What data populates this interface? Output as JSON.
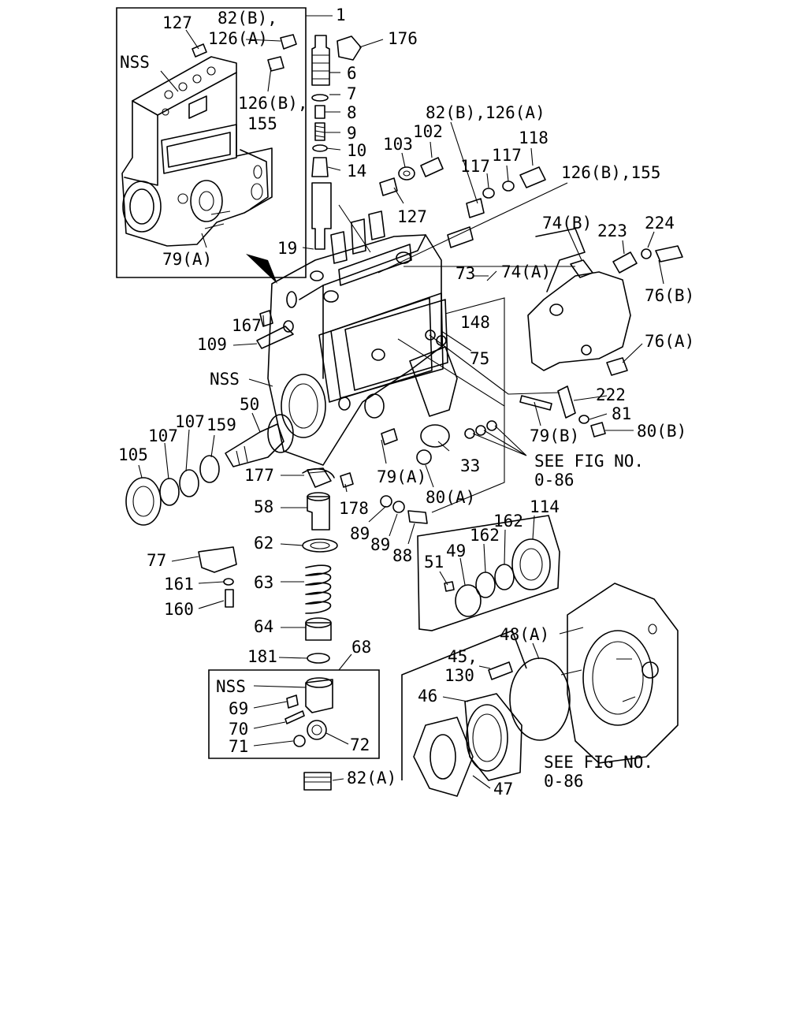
{
  "labels": {
    "l1": "1",
    "l127a": "127",
    "l82b_126a_line1": "82(B),",
    "l82b_126a_line2": "126(A)",
    "nss_top": "NSS",
    "l126b_155_line1": "126(B),",
    "l126b_155_line2": "155",
    "l79a_top": "79(A)",
    "l176": "176",
    "l6": "6",
    "l7": "7",
    "l8": "8",
    "l9": "9",
    "l10": "10",
    "l14": "14",
    "l19": "19",
    "l127b": "127",
    "l103": "103",
    "l102": "102",
    "l82b_126a_right": "82(B),126(A)",
    "l117a": "117",
    "l117b": "117",
    "l118": "118",
    "l126b_155_right": "126(B),155",
    "l74b": "74(B)",
    "l223": "223",
    "l224": "224",
    "l73": "73",
    "l74a": "74(A)",
    "l76b": "76(B)",
    "l148": "148",
    "l76a": "76(A)",
    "l75": "75",
    "l167": "167",
    "l109": "109",
    "nss_mid": "NSS",
    "l222": "222",
    "l81": "81",
    "l80b": "80(B)",
    "l79b": "79(B)",
    "l50": "50",
    "l107a": "107",
    "l107b": "107",
    "l159": "159",
    "l105": "105",
    "see_fig_1_line1": "SEE FIG NO.",
    "see_fig_1_line2": "0-86",
    "l33": "33",
    "l79a_mid": "79(A)",
    "l80a": "80(A)",
    "l177": "177",
    "l178": "178",
    "l58": "58",
    "l89a": "89",
    "l89b": "89",
    "l88": "88",
    "l114": "114",
    "l162a": "162",
    "l162b": "162",
    "l49": "49",
    "l51": "51",
    "l62": "62",
    "l77": "77",
    "l161": "161",
    "l160": "160",
    "l63": "63",
    "l64": "64",
    "l48a": "48(A)",
    "l45_line1": "45,",
    "l45_line2": "130",
    "l181": "181",
    "l68": "68",
    "nss_bottom": "NSS",
    "l69": "69",
    "l70": "70",
    "l71": "71",
    "l72": "72",
    "l46": "46",
    "l82a": "82(A)",
    "l47": "47",
    "see_fig_2_line1": "SEE FIG NO.",
    "see_fig_2_line2": "0-86"
  },
  "colors": {
    "ink": "#000000",
    "paper": "#ffffff"
  }
}
